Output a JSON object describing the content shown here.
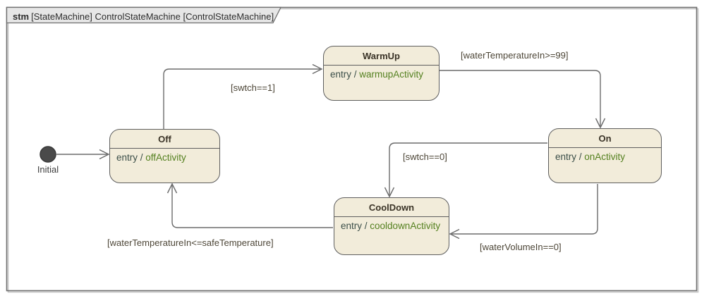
{
  "frame": {
    "title_keyword": "stm",
    "title_rest": "[StateMachine] ControlStateMachine [ControlStateMachine]"
  },
  "initial_node": {
    "label": "Initial"
  },
  "states": {
    "off": {
      "name": "Off",
      "entry_prefix": "entry /",
      "activity": "offActivity"
    },
    "warmup": {
      "name": "WarmUp",
      "entry_prefix": "entry /",
      "activity": "warmupActivity"
    },
    "on": {
      "name": "On",
      "entry_prefix": "entry /",
      "activity": "onActivity"
    },
    "cooldown": {
      "name": "CoolDown",
      "entry_prefix": "entry /",
      "activity": "cooldownActivity"
    }
  },
  "transitions": {
    "off_to_warmup": {
      "guard": "[swtch==1]"
    },
    "warmup_to_on": {
      "guard": "[waterTemperatureIn>=99]"
    },
    "on_to_cooldown": {
      "guard": "[swtch==0]"
    },
    "on_to_cooldown_empty": {
      "guard": "[waterVolumeIn==0]"
    },
    "cooldown_to_off": {
      "guard": "[waterTemperatureIn<=safeTemperature]"
    }
  },
  "colors": {
    "state_fill": "#f2ecda",
    "state_border": "#5e5e5e",
    "state_title_text": "#3a3327",
    "entry_prefix_text": "#3c4f49",
    "activity_text": "#54801f",
    "guard_text": "#4d4637",
    "connector": "#6b6b6b",
    "frame_border": "#6f6f6f",
    "tab_fill": "#e6e6e6",
    "initial_fill": "#4a4a4a"
  }
}
